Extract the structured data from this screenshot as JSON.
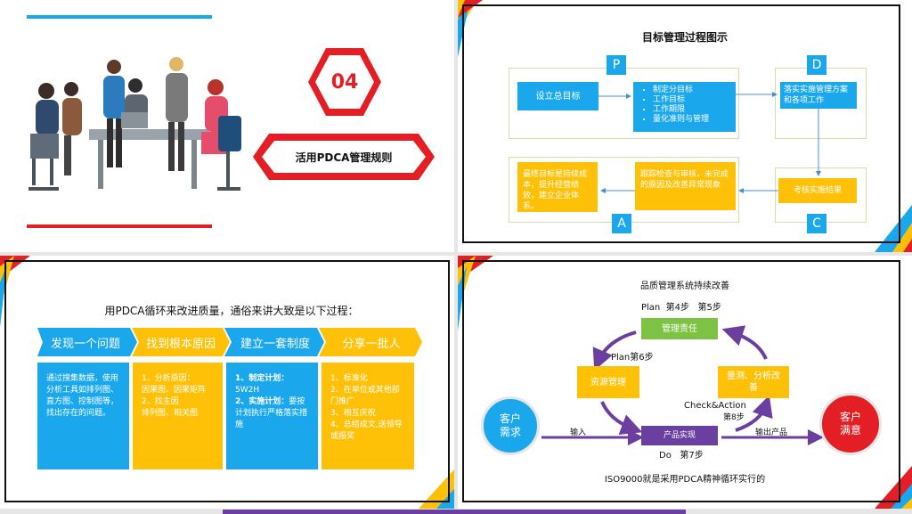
{
  "slide1": {
    "badge_number": "04",
    "title": "活用PDCA管理规则",
    "colors": {
      "accent_blue": "#1aa7ec",
      "accent_red": "#e31e24"
    }
  },
  "slide2": {
    "title": "目标管理过程图示",
    "letters": {
      "p": "P",
      "d": "D",
      "c": "C",
      "a": "A"
    },
    "set_goal": "设立总目标",
    "plan_items": [
      "制定分目标",
      "工作目标",
      "工作期限",
      "量化准则与管理"
    ],
    "implement": "落实实施管理方案和各项工作",
    "check_result": "考核实施结果",
    "track": "跟踪检查与审核，未完成的原因及改善异常现象",
    "final_goal": "最终目标是持续成本，提升经营绩效，建立企业体系。"
  },
  "slide3": {
    "title": "用PDCA循环来改进质量，通俗来讲大致是以下过程：",
    "steps": [
      {
        "title": "发现一个问题",
        "body": "通过搜集数据，使用分析工具如排列图、直方图、控制图等，找出存在的问题。"
      },
      {
        "title": "找到根本原因",
        "body": "1、分析原因：\n因果图、因果矩阵\n2、找主因\n排列图、相关图"
      },
      {
        "title": "建立一套制度",
        "bold1": "1、制定计划：",
        "text1": "5W2H",
        "bold2": "2、实施计划：",
        "text2": "要按计划执行严格落实措施"
      },
      {
        "title": "分享一批人",
        "body": "1、标准化\n2、在单位或其他部门推广\n3、相互庆祝\n4、总结成文,送领导或报奖"
      }
    ]
  },
  "slide4": {
    "title": "品质管理系统持续改善",
    "plan_label": "Plan  第4步   第5步",
    "mgmt_resp": "管理责任",
    "plan6": "Plan第6步",
    "resource_mgmt": "资源管理",
    "measure": "量测、分析改善",
    "check_action": "Check&Action",
    "step8": "第8步",
    "customer_need": "客户需求",
    "input": "输入",
    "product": "产品实现",
    "output": "输出产品",
    "customer_sat": "客户满意",
    "do_label": "Do   第7步",
    "footer": "ISO9000就是采用PDCA精神循环实行的"
  }
}
